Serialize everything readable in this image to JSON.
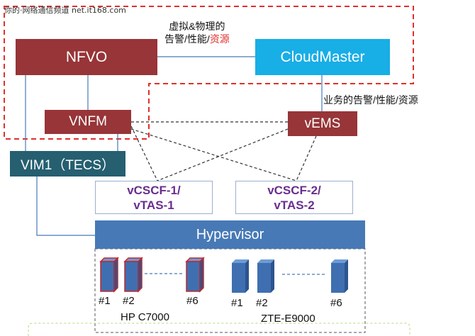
{
  "watermark": "你的·网络通信频道 net.it168.com",
  "nodes": {
    "nfvo": "NFVO",
    "cloudmaster": "CloudMaster",
    "vnfm": "VNFM",
    "vems": "vEMS",
    "vim1": "VIM1（TECS）",
    "vcscf1_line1": "vCSCF-1/",
    "vcscf1_line2": "vTAS-1",
    "vcscf2_line1": "vCSCF-2/",
    "vcscf2_line2": "vTAS-2",
    "hypervisor": "Hypervisor"
  },
  "labels": {
    "virtual_top": "虚拟&物理的",
    "virtual_bottom_a": "告警/性能/",
    "virtual_bottom_b": "资源",
    "business": "业务的告警/性能/资源"
  },
  "servers": {
    "hp": {
      "name": "HP C7000",
      "items": [
        "#1",
        "#2",
        "#6"
      ]
    },
    "zte": {
      "name": "ZTE-E9000",
      "items": [
        "#1",
        "#2",
        "#6"
      ]
    }
  },
  "colors": {
    "dark_red": "#973538",
    "cyan": "#18aee6",
    "teal": "#255f70",
    "blue": "#4779b6",
    "dashed_red": "#e0302c",
    "accent_red_text": "#e0302c",
    "purple_text": "#6a2d8f"
  }
}
